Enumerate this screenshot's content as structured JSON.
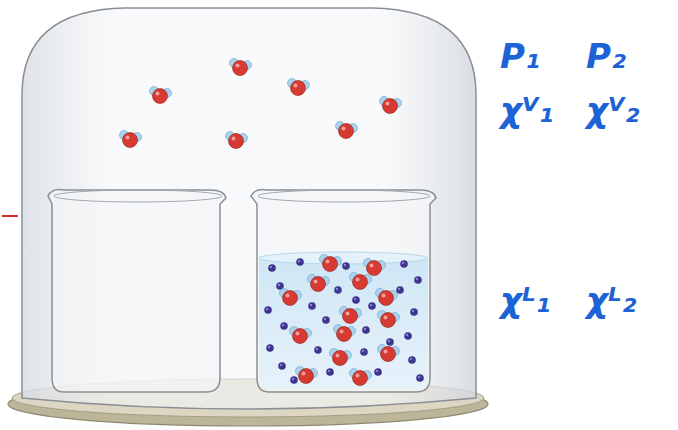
{
  "diagram": {
    "labels": [
      "P₁",
      "P₂",
      "χⱽ₁",
      "χⱽ₂",
      "χᴸ₁",
      "χᴸ₂"
    ]
  }
}
